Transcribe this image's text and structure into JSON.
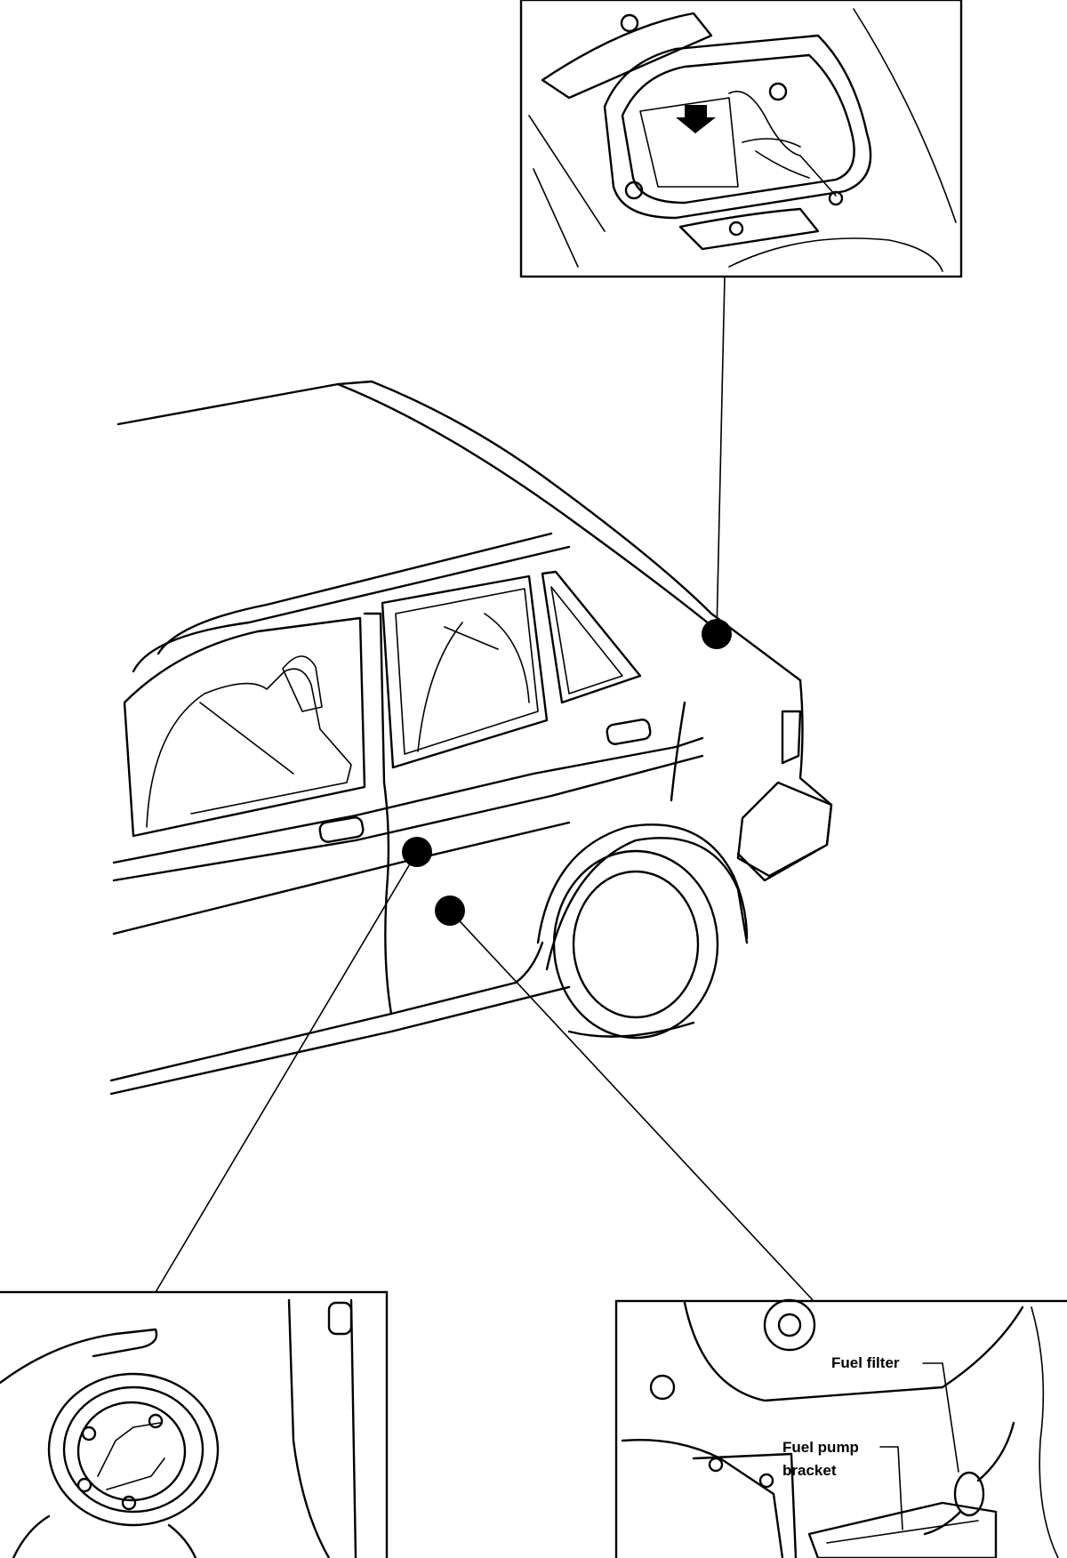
{
  "labels": {
    "fuel_filter": "Fuel filter",
    "fuel_pump_line1": "Fuel pump",
    "fuel_pump_line2": "bracket"
  }
}
